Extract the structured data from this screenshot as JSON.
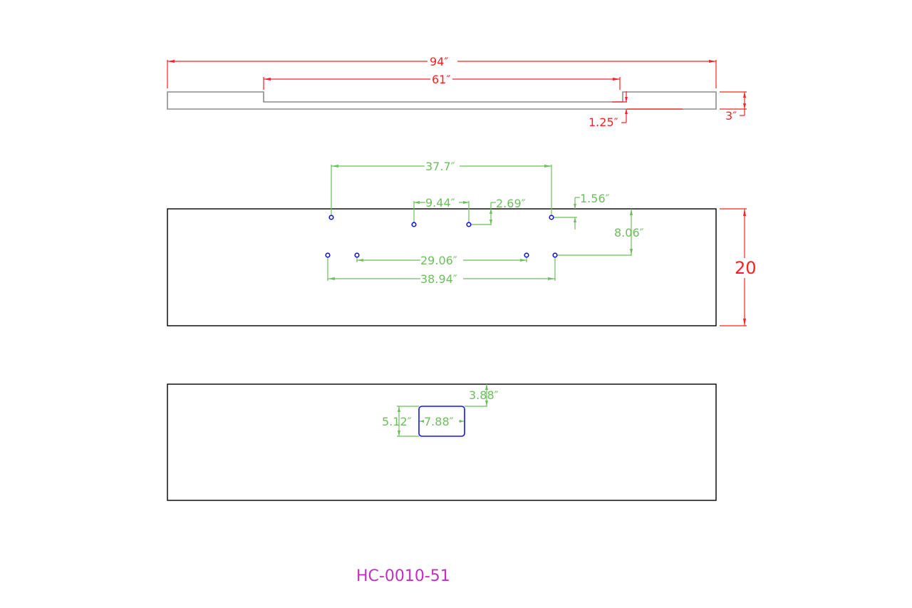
{
  "drawing": {
    "part_number": "HC-0010-51",
    "colors": {
      "outline": "#000000",
      "profile": "#8c8c8c",
      "overall_dims": "#ff2020",
      "feature_dims": "#6cbf5c",
      "holes": "#1414e6",
      "title": "#c030c0"
    }
  },
  "side_view": {
    "overall_length": "94″",
    "recess_length": "61″",
    "recess_depth": "1.25″",
    "thickness": "3″"
  },
  "top_view": {
    "depth": "20",
    "hole_span_rear": "37.7″",
    "hole_spacing_a": "9.44″",
    "hole_offset_b": "2.69″",
    "hole_offset_c": "1.56″",
    "row_offset": "8.06″",
    "hole_span_inner": "29.06″",
    "hole_span_outer": "38.94″",
    "hole_count": 8
  },
  "bottom_view": {
    "cutout_offset": "3.88″",
    "cutout_height": "5.12″",
    "cutout_width": "7.88″"
  }
}
